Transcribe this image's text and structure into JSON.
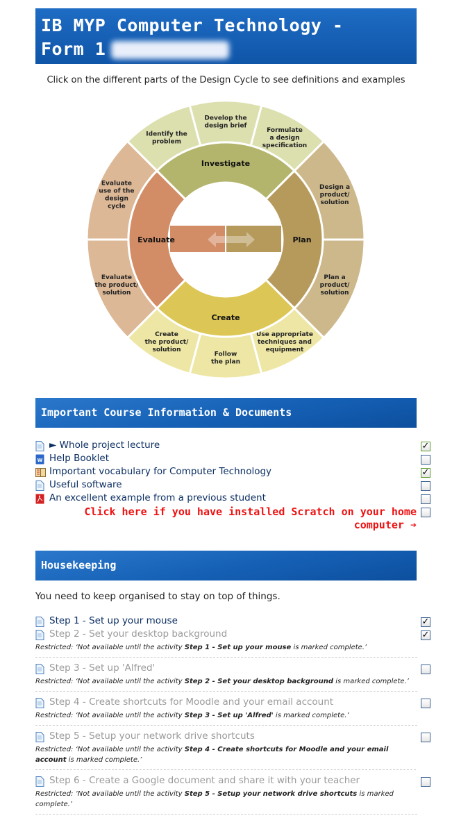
{
  "header": {
    "title_line1": "IB MYP Computer Technology -",
    "title_line2": "Form 1"
  },
  "intro": "Click on the different parts of the Design Cycle to see definitions and examples",
  "wheel": {
    "inner": [
      {
        "label": "Investigate",
        "color": "#b3b56c",
        "from": -45,
        "to": 45
      },
      {
        "label": "Plan",
        "color": "#b59a5c",
        "from": 45,
        "to": 135
      },
      {
        "label": "Create",
        "color": "#dcc655",
        "from": 135,
        "to": 225
      },
      {
        "label": "Evaluate",
        "color": "#d28c66",
        "from": 225,
        "to": 315
      }
    ],
    "outer": [
      {
        "lines": [
          "Identify the",
          "problem"
        ],
        "color": "#dcdfae",
        "from": -45,
        "to": -15
      },
      {
        "lines": [
          "Develop the",
          "design brief"
        ],
        "color": "#dcdfae",
        "from": -15,
        "to": 15
      },
      {
        "lines": [
          "Formulate",
          "a design",
          "specification"
        ],
        "color": "#dcdfae",
        "from": 15,
        "to": 45
      },
      {
        "lines": [
          "Design a",
          "product/",
          "solution"
        ],
        "color": "#cdb88c",
        "from": 45,
        "to": 90
      },
      {
        "lines": [
          "Plan a",
          "product/",
          "solution"
        ],
        "color": "#cdb88c",
        "from": 90,
        "to": 135
      },
      {
        "lines": [
          "Use appropriate",
          "techniques and",
          "equipment"
        ],
        "color": "#ede6a4",
        "from": 135,
        "to": 165
      },
      {
        "lines": [
          "Follow",
          "the plan"
        ],
        "color": "#ede6a4",
        "from": 165,
        "to": 195
      },
      {
        "lines": [
          "Create",
          "the product/",
          "solution"
        ],
        "color": "#ede6a4",
        "from": 195,
        "to": 225
      },
      {
        "lines": [
          "Evaluate",
          "the product/",
          "solution"
        ],
        "color": "#dcb897",
        "from": 225,
        "to": 270
      },
      {
        "lines": [
          "Evaluate",
          "use of the",
          "design",
          "cycle"
        ],
        "color": "#dcb897",
        "from": 270,
        "to": 315
      }
    ]
  },
  "course": {
    "title": "Important Course Information & Documents",
    "items": [
      {
        "label": "► Whole project lecture",
        "icon": "page-icon",
        "checked": true
      },
      {
        "label": "Help Booklet",
        "icon": "word-icon",
        "checked": false
      },
      {
        "label": "Important vocabulary for Computer Technology",
        "icon": "glossary-icon",
        "checked": true
      },
      {
        "label": "Useful software",
        "icon": "page-icon",
        "checked": false
      },
      {
        "label": "An excellent example from a previous student",
        "icon": "pdf-icon",
        "checked": false
      }
    ],
    "scratch_line1": "Click here if you have installed Scratch on your home",
    "scratch_line2": "computer ➔"
  },
  "housekeeping": {
    "title": "Housekeeping",
    "intro": "You need to keep organised to stay on top of things.",
    "restricted_prefix": "Restricted: ‘Not available until the activity ",
    "restricted_suffix": " is marked complete.’",
    "steps": [
      {
        "label": "Step 1 - Set up your mouse",
        "checked": true
      },
      {
        "label": "Step 2 - Set your desktop background",
        "checked": true,
        "requires": "Step 1 - Set up your mouse"
      },
      {
        "label": "Step 3 - Set up 'Alfred'",
        "checked": false,
        "requires": "Step 2 - Set your desktop background"
      },
      {
        "label": "Step 4 - Create shortcuts for Moodle and your email account",
        "checked": false,
        "requires": "Step 3 - Set up 'Alfred'"
      },
      {
        "label": "Step 5 - Setup your network drive shortcuts",
        "checked": false,
        "requires": "Step 4 - Create shortcuts for Moodle and your email account"
      },
      {
        "label": "Step 6 - Create a Google document and share it with your teacher",
        "checked": false,
        "requires": "Step 5 - Setup your network drive shortcuts"
      }
    ]
  }
}
